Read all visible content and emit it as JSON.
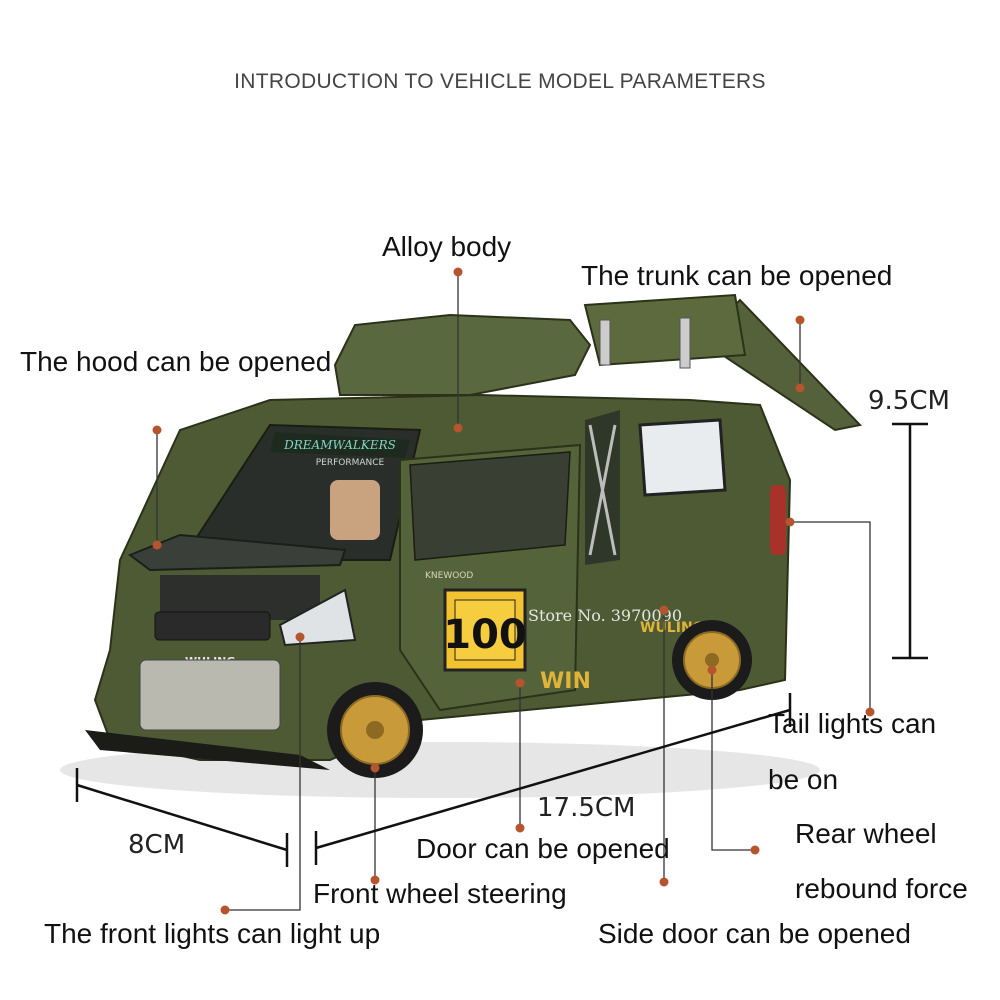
{
  "title": "INTRODUCTION TO VEHICLE MODEL PARAMETERS",
  "labels": {
    "alloy_body": "Alloy body",
    "trunk": "The trunk can be opened",
    "hood": "The hood can be opened",
    "tail_lights_1": "Tail lights can",
    "tail_lights_2": "be on",
    "rear_wheel_1": "Rear wheel",
    "rear_wheel_2": "rebound force",
    "door": "Door can be opened",
    "front_wheel": "Front wheel steering",
    "front_lights": "The front lights can light up",
    "side_door": "Side door can be opened"
  },
  "dimensions": {
    "height": "9.5CM",
    "length": "17.5CM",
    "width": "8CM"
  },
  "car_markings": {
    "number": "100",
    "windshield_banner": "DREAMWALKERS",
    "windshield_sub": "PERFORMANCE",
    "brand": "WULING",
    "door_sponsor": "KNEWOOD",
    "side_logo": "WIN",
    "side_brand": "WULING"
  },
  "watermark": "Store No. 3970090",
  "colors": {
    "body": "#4d5a33",
    "body_dark": "#363f22",
    "rim": "#c99a3a",
    "number_plate": "#f2c230",
    "pointer_dot": "#b5552e",
    "line": "#333333"
  }
}
